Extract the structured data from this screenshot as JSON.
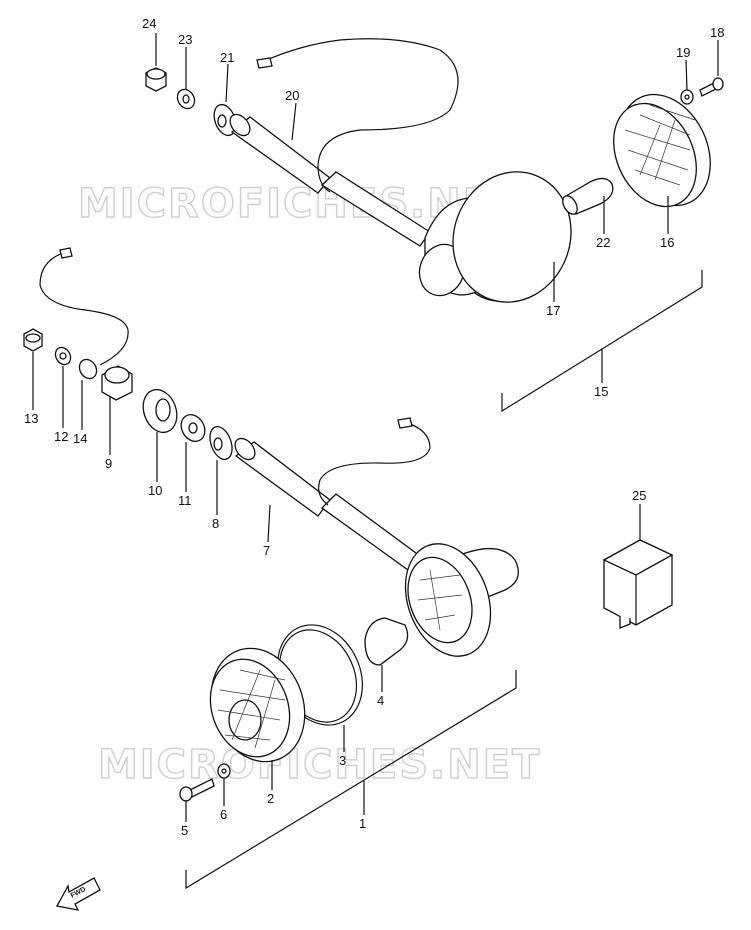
{
  "watermark": {
    "text": "MICROFICHES.NET",
    "color": "#cfcfcf"
  },
  "fwd_label": "FWD",
  "callouts": {
    "c1": "1",
    "c2": "2",
    "c3": "3",
    "c4": "4",
    "c5": "5",
    "c6": "6",
    "c7": "7",
    "c8": "8",
    "c9": "9",
    "c10": "10",
    "c11": "11",
    "c12": "12",
    "c13": "13",
    "c14": "14",
    "c15": "15",
    "c16": "16",
    "c17": "17",
    "c18": "18",
    "c19": "19",
    "c20": "20",
    "c21": "21",
    "c22": "22",
    "c23": "23",
    "c24": "24",
    "c25": "25"
  }
}
